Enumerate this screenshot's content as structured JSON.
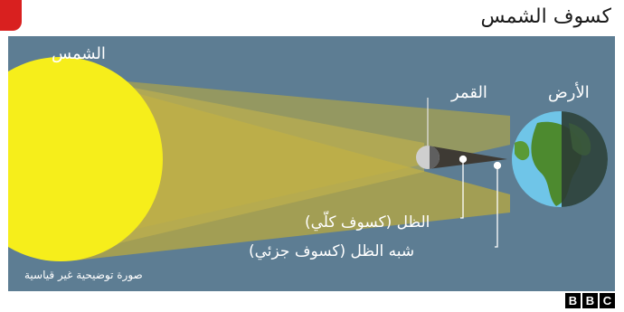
{
  "title": "كسوف الشمس",
  "labels": {
    "sun": "الشمس",
    "moon": "القمر",
    "earth": "الأرض",
    "umbra": "الظل (كسوف كلّي)",
    "penumbra": "شبه الظل (كسوف جزئي)",
    "note": "صورة توضيحية غير قياسية"
  },
  "logo": [
    "B",
    "B",
    "C"
  ],
  "colors": {
    "background": "#5d7d93",
    "sun": "#f6ee1b",
    "penumbra": "#b9aa3f",
    "umbra": "#3e3a34",
    "moon": "#cfcfcf",
    "earth_ocean": "#6fc5e8",
    "earth_land": "#4d8a2f",
    "brand_red": "#d9201f"
  }
}
